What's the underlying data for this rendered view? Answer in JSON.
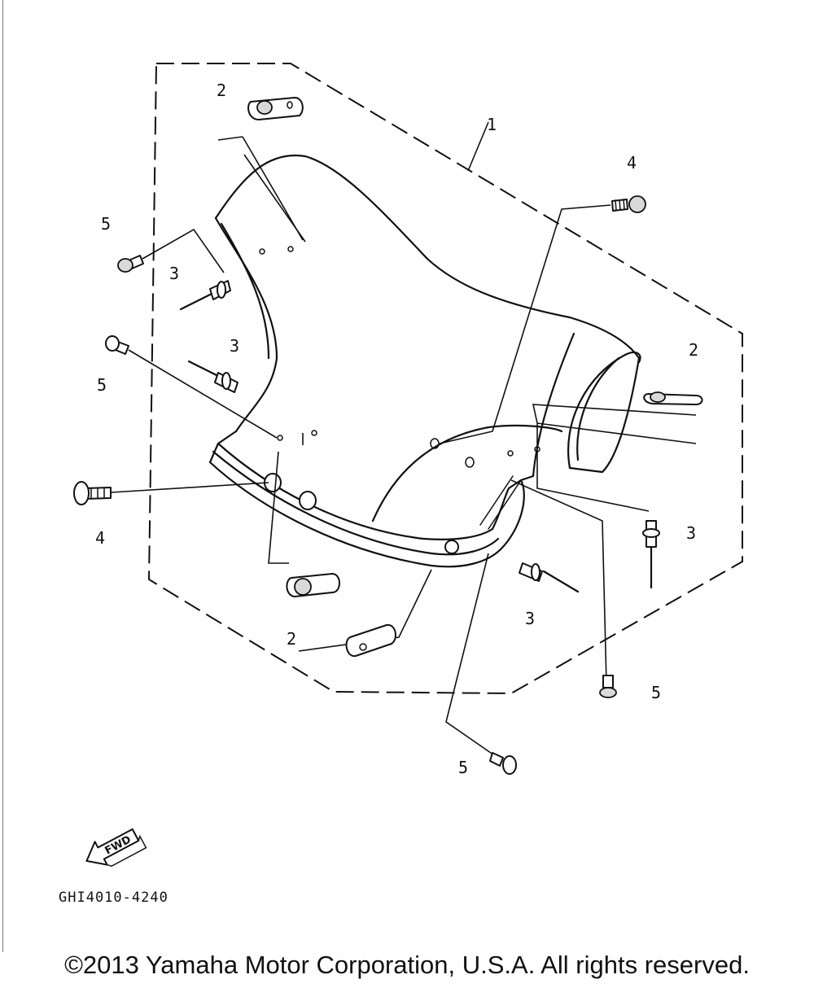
{
  "diagram": {
    "callouts": {
      "part1": "1",
      "part2_top": "2",
      "part2_right": "2",
      "part2_bottom": "2",
      "part3_upper_left": "3",
      "part3_mid_left": "3",
      "part3_right": "3",
      "part3_bottom": "3",
      "part4_top_right": "4",
      "part4_left": "4",
      "part5_upper_left": "5",
      "part5_mid_left": "5",
      "part5_right": "5",
      "part5_bottom": "5"
    },
    "fwd_label": "FWD",
    "drawing_code": "GHI4010-4240"
  },
  "footer": {
    "copyright": "©2013 Yamaha Motor Corporation, U.S.A. All rights reserved."
  }
}
